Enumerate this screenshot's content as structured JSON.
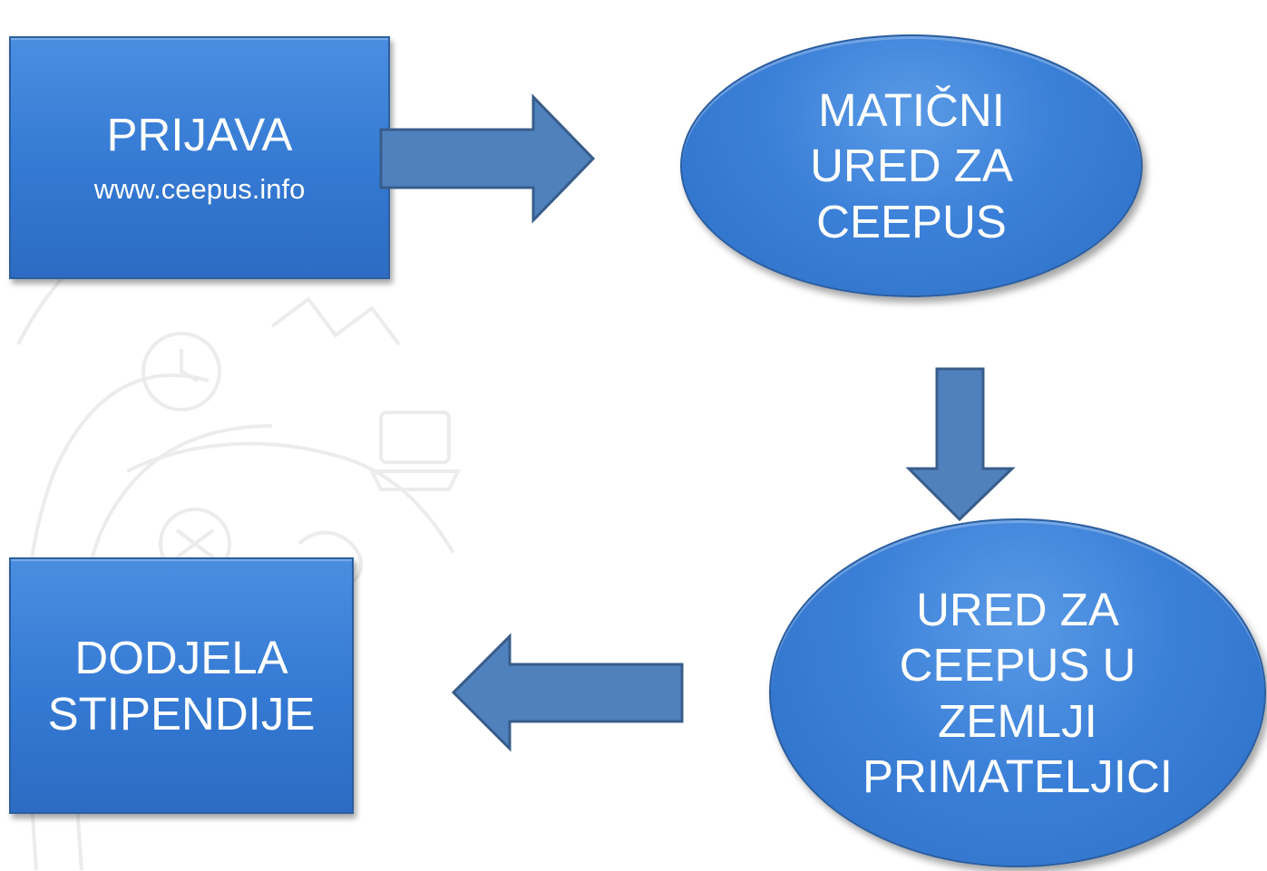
{
  "nodes": {
    "prijava": {
      "title": "PRIJAVA",
      "subtitle": "www.ceepus.info"
    },
    "maticni_ured": {
      "lines": [
        "MATIČNI",
        "URED ZA",
        "CEEPUS"
      ]
    },
    "ured_primatelj": {
      "lines": [
        "URED ZA",
        "CEEPUS U",
        "ZEMLJI",
        "PRIMATELJICI"
      ]
    },
    "dodjela": {
      "lines": [
        "DODJELA",
        "STIPENDIJE"
      ]
    }
  },
  "edges": [
    {
      "from": "prijava",
      "to": "maticni_ured",
      "direction": "right"
    },
    {
      "from": "maticni_ured",
      "to": "ured_primatelj",
      "direction": "down"
    },
    {
      "from": "ured_primatelj",
      "to": "dodjela",
      "direction": "left"
    }
  ],
  "colors": {
    "shape_fill": "#3b80d8",
    "shape_border": "#2b5e9f",
    "arrow_fill": "#4f81bd",
    "arrow_border": "#385d8a",
    "text": "#ffffff",
    "watermark": "#e8e8e8"
  }
}
